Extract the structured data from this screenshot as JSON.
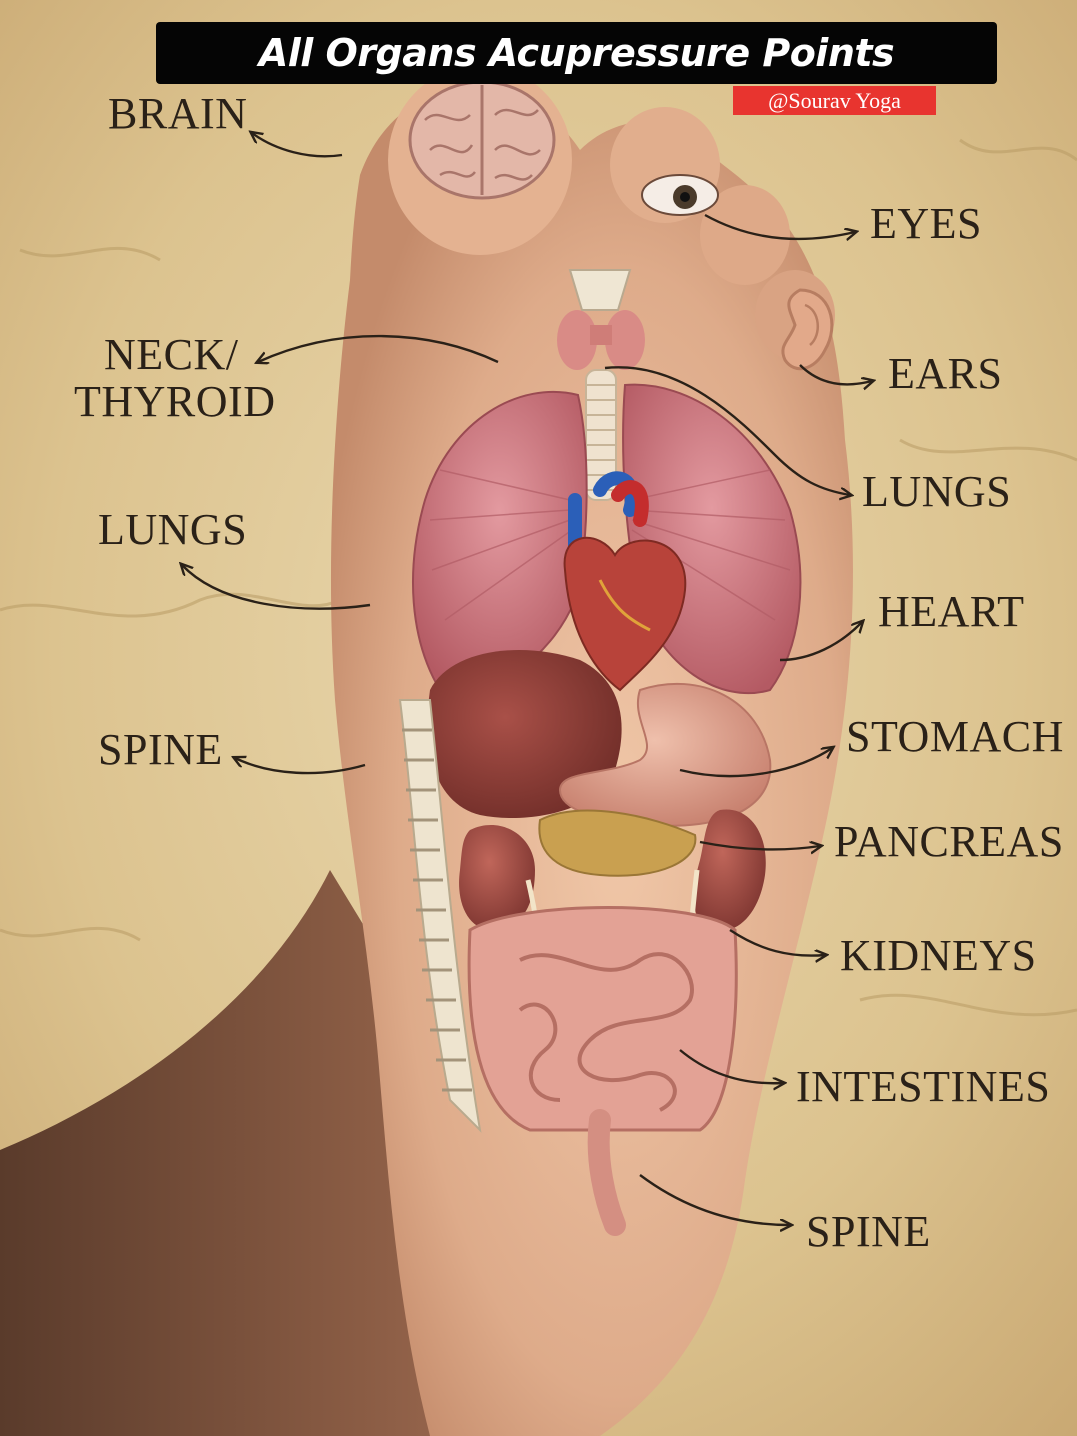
{
  "title": "All Organs Acupressure Points",
  "credit": "@Sourav Yoga",
  "labels": {
    "brain": "BRAIN",
    "eyes": "EYES",
    "neck_line1": "NECK/",
    "neck_line2": "THYROID",
    "ears": "EARS",
    "lungs_right": "LUNGS",
    "lungs_left": "LUNGS",
    "heart": "HEART",
    "spine_left": "SPINE",
    "stomach": "STOMACH",
    "pancreas": "PANCREAS",
    "kidneys": "KIDNEYS",
    "intestines": "INTESTINES",
    "spine_bottom": "SPINE"
  },
  "colors": {
    "background": "#dcc38f",
    "skin": "#d9a27e",
    "title_bar": "#050505",
    "credit_bar": "#e8342f",
    "label_text": "#2a2118",
    "lungs": "#c9727a",
    "heart": "#b8433a",
    "liver": "#8f3f38",
    "stomach": "#d79a88",
    "intestines": "#e3a295",
    "kidneys": "#9c4a40",
    "pancreas": "#c9a050",
    "spine": "#eee4cf",
    "brain": "#e0b3a5"
  },
  "icons": [
    "brain-icon",
    "eye-icon",
    "ear-icon",
    "thyroid-icon",
    "heart-icon",
    "spine-icon"
  ]
}
